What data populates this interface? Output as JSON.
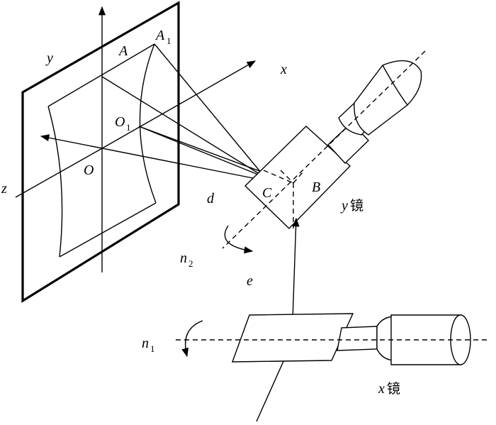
{
  "labels": {
    "y_axis": "y",
    "x_axis": "x",
    "z_axis": "z",
    "point_a": "A",
    "point_a1": "A",
    "point_a1_sub": "1",
    "point_o1": "O",
    "point_o1_sub": "1",
    "point_o": "O",
    "point_c": "C",
    "point_b": "B",
    "dist_d": "d",
    "dist_e": "e",
    "normal_n2": "n",
    "normal_n2_sub": "2",
    "normal_n1": "n",
    "normal_n1_sub": "1",
    "y_mirror_var": "y",
    "y_mirror_text": "镜",
    "x_mirror_var": "x",
    "x_mirror_text": "镜"
  }
}
